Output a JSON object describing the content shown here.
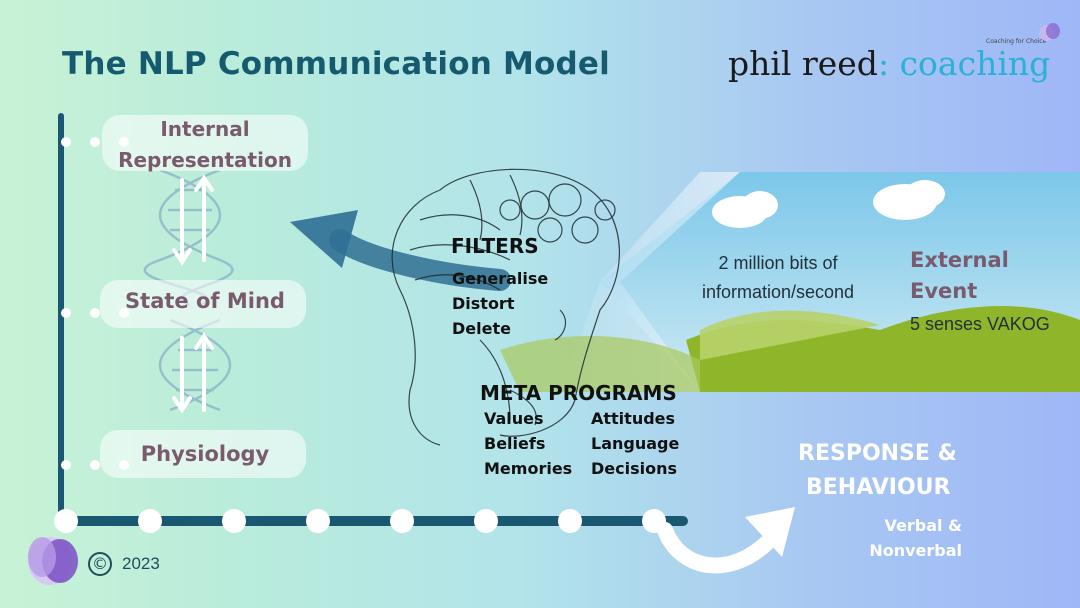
{
  "title": "The NLP Communication Model",
  "brand": {
    "name": "phil reed",
    "separator": ":",
    "suffix": "coaching",
    "tagline": "Coaching for Choice"
  },
  "left_column": {
    "internal_line1": "Internal",
    "internal_line2": "Representation",
    "state_of_mind": "State of Mind",
    "physiology": "Physiology"
  },
  "filters": {
    "title": "FILTERS",
    "items": [
      "Generalise",
      "Distort",
      "Delete"
    ]
  },
  "meta_programs": {
    "title": "META PROGRAMS",
    "col1": [
      "Values",
      "Beliefs",
      "Memories"
    ],
    "col2": [
      "Attitudes",
      "Language",
      "Decisions"
    ]
  },
  "external": {
    "info_line1": "2 million bits of",
    "info_line2": "information/second",
    "event_line1": "External",
    "event_line2": "Event",
    "senses": "5 senses VAKOG"
  },
  "response": {
    "line1": "RESPONSE &",
    "line2": "BEHAVIOUR",
    "sub1": "Verbal &",
    "sub2": "Nonverbal"
  },
  "copyright": {
    "symbol": "©",
    "year": "2023"
  },
  "colors": {
    "title": "#155a6e",
    "axis": "#1a5872",
    "pill_text": "#7a5a6d",
    "brand_accent": "#2bb0d6",
    "grass": "#8fb52a"
  }
}
